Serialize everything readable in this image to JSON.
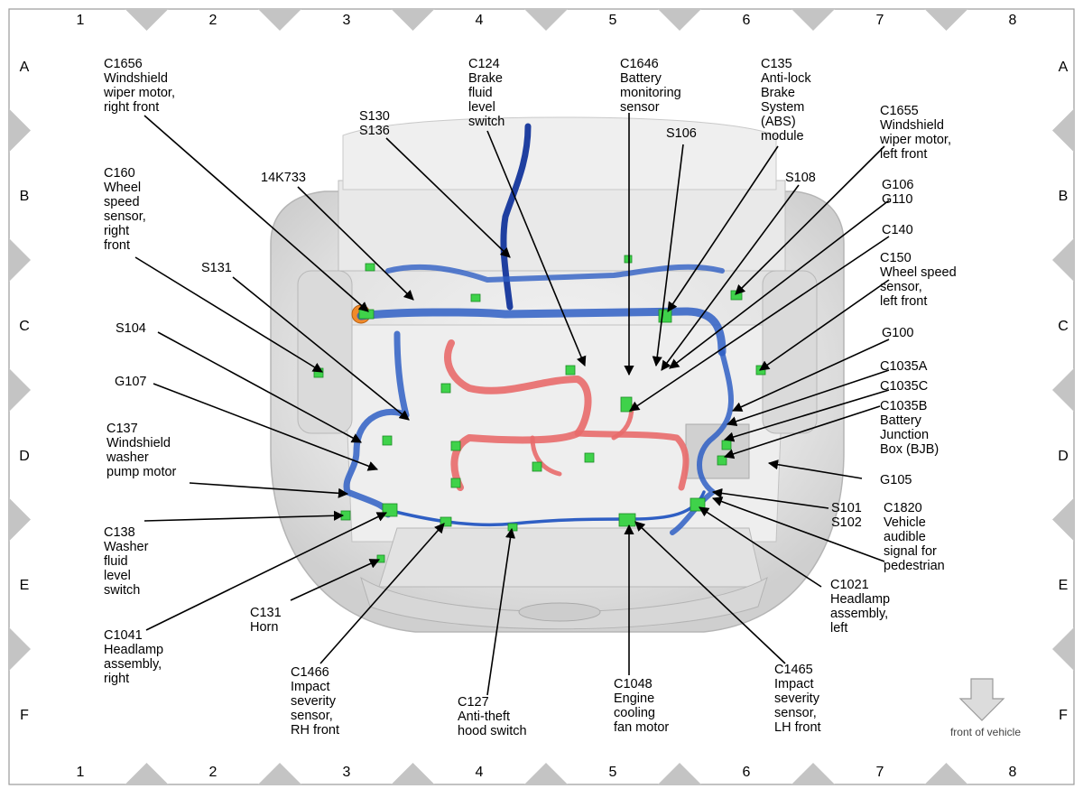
{
  "grid": {
    "columns": [
      "1",
      "2",
      "3",
      "4",
      "5",
      "6",
      "7",
      "8"
    ],
    "rows": [
      "A",
      "B",
      "C",
      "D",
      "E",
      "F"
    ]
  },
  "callouts": {
    "c1656": [
      "C1656",
      "Windshield",
      "wiper motor,",
      "right front"
    ],
    "c124": [
      "C124",
      "Brake",
      "fluid",
      "level",
      "switch"
    ],
    "c1646": [
      "C1646",
      "Battery",
      "monitoring",
      "sensor"
    ],
    "c135": [
      "C135",
      "Anti-lock",
      "Brake",
      "System",
      "(ABS)",
      "module"
    ],
    "s130": [
      "S130",
      "S136"
    ],
    "s106": [
      "S106"
    ],
    "c1655": [
      "C1655",
      "Windshield",
      "wiper motor,",
      "left front"
    ],
    "c160": [
      "C160",
      "Wheel",
      "speed",
      "sensor,",
      "right",
      "front"
    ],
    "k14k733": [
      "14K733"
    ],
    "s108": [
      "S108"
    ],
    "g106": [
      "G106",
      "G110"
    ],
    "c140": [
      "C140"
    ],
    "c150": [
      "C150",
      "Wheel speed",
      "sensor,",
      "left front"
    ],
    "s131": [
      "S131"
    ],
    "s104": [
      "S104"
    ],
    "g100": [
      "G100"
    ],
    "c1035a": [
      "C1035A"
    ],
    "c1035c": [
      "C1035C"
    ],
    "c1035b": [
      "C1035B",
      "Battery",
      "Junction",
      "Box (BJB)"
    ],
    "g107": [
      "G107"
    ],
    "c137": [
      "C137",
      "Windshield",
      "washer",
      "pump motor"
    ],
    "g105": [
      "G105"
    ],
    "s101": [
      "S101",
      "S102"
    ],
    "c1820": [
      "C1820",
      "Vehicle",
      "audible",
      "signal for",
      "pedestrian"
    ],
    "c138": [
      "C138",
      "Washer",
      "fluid",
      "level",
      "switch"
    ],
    "c131": [
      "C131",
      "Horn"
    ],
    "c1021": [
      "C1021",
      "Headlamp",
      "assembly,",
      "left"
    ],
    "c1041": [
      "C1041",
      "Headlamp",
      "assembly,",
      "right"
    ],
    "c1466": [
      "C1466",
      "Impact",
      "severity",
      "sensor,",
      "RH front"
    ],
    "c127": [
      "C127",
      "Anti-theft",
      "hood switch"
    ],
    "c1048": [
      "C1048",
      "Engine",
      "cooling",
      "fan motor"
    ],
    "c1465": [
      "C1465",
      "Impact",
      "severity",
      "sensor,",
      "LH front"
    ]
  },
  "front_of_vehicle": "front of vehicle",
  "colors": {
    "harness_blue": "#2f5fc4",
    "harness_dark_blue": "#1f3fa0",
    "harness_red": "#e86a6a",
    "connector_green": "#3fd24a",
    "body_gray": "#d9d9d9",
    "marker_gray": "#c4c4c4"
  }
}
